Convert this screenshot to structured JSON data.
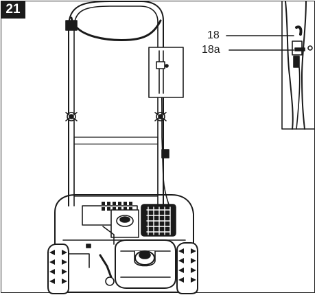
{
  "figure": {
    "number": "21"
  },
  "callouts": [
    {
      "label": "18"
    },
    {
      "label": "18a"
    }
  ],
  "colors": {
    "line": "#1a1a1a",
    "badge_bg": "#1a1a1a",
    "badge_text": "#ffffff",
    "background": "#ffffff"
  }
}
